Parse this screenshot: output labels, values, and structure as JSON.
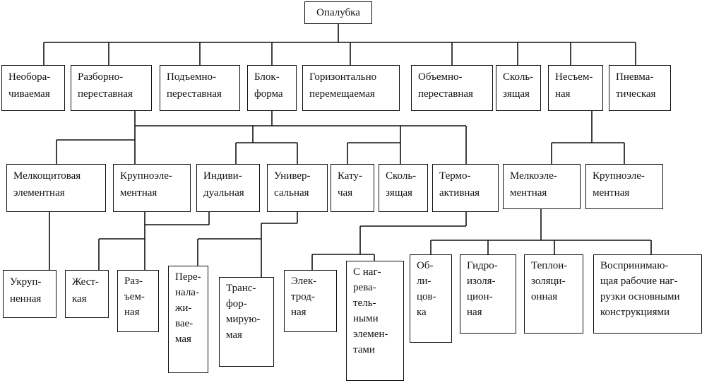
{
  "diagram": {
    "root": "Опалубка",
    "level1": [
      "Необора-\nчиваемая",
      "Разборно-\nпереставная",
      "Подъемно-\nпереставная",
      "Блок-\nформа",
      "Горизонтально\nперемещаемая",
      "Объемно-\nпереставная",
      "Сколь-\nзящая",
      "Несъем-\nная",
      "Пневма-\nтическая"
    ],
    "level2": [
      "Мелкощитовая\nэлементная",
      "Крупноэле-\nментная",
      "Индиви-\nдуальная",
      "Универ-\nсальная",
      "Кату-\nчая",
      "Сколь-\nзящая",
      "Термо-\nактивная",
      "Мелкоэле-\nментная",
      "Крупноэле-\nментная"
    ],
    "level3": [
      "Укруп-\nненная",
      "Жест-\nкая",
      "Раз-\nъем-\nная",
      "Пере-\nнала-\nжи-\nвае-\nмая",
      "Транс-\nфор-\nмирую-\nмая",
      "Элек-\nтрод-\nная",
      "С наг-\nрева-\nтель-\nными\nэлемен-\nтами",
      "Об-\nли-\nцов-\nка",
      "Гидро-\nизоля-\nцион-\nная",
      "Теплои-\nзоляци-\nонная",
      "Воспринимаю-\nщая рабочие наг-\nрузки основными\nконструкциями"
    ]
  }
}
